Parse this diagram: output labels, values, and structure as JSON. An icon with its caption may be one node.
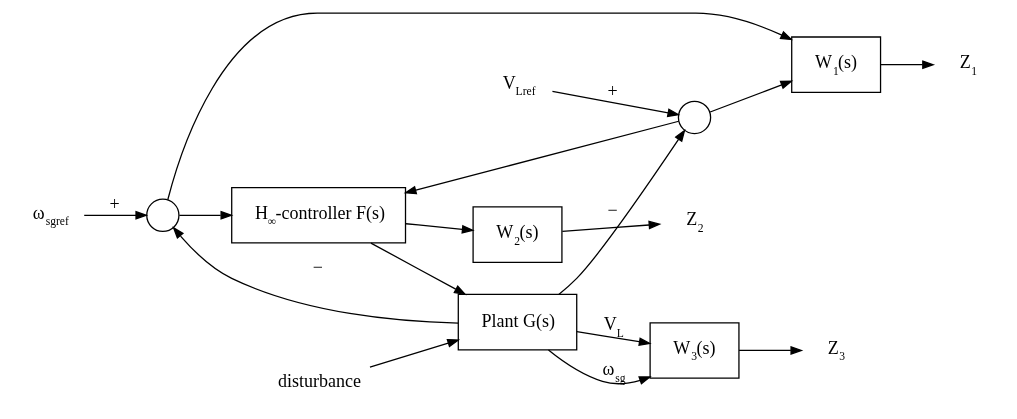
{
  "diagram": {
    "nodes": [
      {
        "text": [
          "W$_{1}$(s)"
        ]
      },
      {
        "text": [
          "Z$_{1}$"
        ]
      },
      {
        "text": [
          "W$_{2}$(s)"
        ]
      },
      {
        "text": [
          "Z$_{2}$"
        ]
      },
      {
        "text": [
          "ω$_{sgref}$"
        ]
      },
      {
        "text": [],
        "shape": "circle"
      },
      {
        "text": [
          "V$_{Lref}$"
        ]
      },
      {
        "text": [],
        "shape": "circle"
      },
      {
        "text": [
          "H$_{∞}$-controller F(s)"
        ]
      },
      {
        "text": [
          "Plant G(s)"
        ]
      },
      {
        "text": [
          "W$_{3}$(s)"
        ]
      },
      {
        "text": [
          "Z$_{3}$"
        ]
      },
      {
        "text": [
          "disturbance"
        ]
      }
    ],
    "edges": [
      {
        "from": 4,
        "to": 5,
        "arrow": "to",
        "label": "+"
      },
      {
        "from": 6,
        "to": 7,
        "arrow": "to",
        "label": "+"
      },
      {
        "from": 5,
        "to": 0,
        "arrow": "to"
      },
      {
        "from": 7,
        "to": 0,
        "arrow": "to"
      },
      {
        "from": 5,
        "to": 8,
        "arrow": "to"
      },
      {
        "from": 7,
        "to": 8,
        "arrow": "to"
      },
      {
        "from": 8,
        "to": 2,
        "arrow": "to"
      },
      {
        "from": 8,
        "to": 9,
        "arrow": "to"
      },
      {
        "from": 0,
        "to": 1,
        "arrow": "to"
      },
      {
        "from": 2,
        "to": 3,
        "arrow": "to"
      },
      {
        "from": 9,
        "to": 10,
        "arrow": "to",
        "label": "ω$_{sg}$"
      },
      {
        "from": 9,
        "to": 10,
        "arrow": "to",
        "label": "V$_{L}$"
      },
      {
        "from": 10,
        "to": 11,
        "arrow": "to"
      },
      {
        "from": 12,
        "to": 9,
        "arrow": "to"
      },
      {
        "from": 9,
        "to": 5,
        "arrow": "to",
        "label": "−"
      },
      {
        "from": 9,
        "to": 7,
        "arrow": "to",
        "label": "−"
      }
    ]
  }
}
